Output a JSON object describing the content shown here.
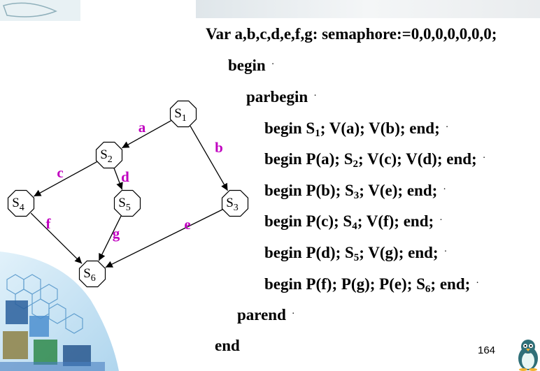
{
  "graph": {
    "nodes": [
      {
        "id": "s1",
        "label": "S",
        "sub": "1"
      },
      {
        "id": "s2",
        "label": "S",
        "sub": "2"
      },
      {
        "id": "s3",
        "label": "S",
        "sub": "3"
      },
      {
        "id": "s4",
        "label": "S",
        "sub": "4"
      },
      {
        "id": "s5",
        "label": "S",
        "sub": "5"
      },
      {
        "id": "s6",
        "label": "S",
        "sub": "6"
      }
    ],
    "edges": [
      {
        "from": "s1",
        "to": "s2",
        "label": "a"
      },
      {
        "from": "s1",
        "to": "s3",
        "label": "b"
      },
      {
        "from": "s2",
        "to": "s4",
        "label": "c"
      },
      {
        "from": "s2",
        "to": "s5",
        "label": "d"
      },
      {
        "from": "s3",
        "to": "s6",
        "label": "e"
      },
      {
        "from": "s4",
        "to": "s6",
        "label": "f"
      },
      {
        "from": "s5",
        "to": "s6",
        "label": "g"
      }
    ],
    "label_color": "#c000c0"
  },
  "code": {
    "var_decl": "Var a,b,c,d,e,f,g: semaphore:=0,0,0,0,0,0,0;",
    "begin": "begin",
    "parbegin": "parbegin",
    "l1": {
      "a": "begin S",
      "sub": "1",
      "b": "; V(a); V(b); end;"
    },
    "l2": {
      "a": "begin P(a); S",
      "sub": "2",
      "b": "; V(c); V(d); end;"
    },
    "l3": {
      "a": "begin P(b); S",
      "sub": "3",
      "b": "; V(e); end;"
    },
    "l4": {
      "a": "begin P(c); S",
      "sub": "4",
      "b": "; V(f); end;"
    },
    "l5": {
      "a": "begin P(d); S",
      "sub": "5",
      "b": "; V(g); end;"
    },
    "l6": {
      "a": "begin P(f); P(g); P(e); S",
      "sub": "6",
      "b": "; end;"
    },
    "parend": "parend",
    "end": "end",
    "marker": "·"
  },
  "page_number": "164"
}
